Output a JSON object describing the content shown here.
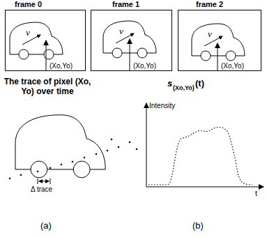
{
  "diagram": {
    "nodes": [
      {
        "text": [
          "frame 0",
          "v",
          "(Xo,Yo)"
        ]
      },
      {
        "text": [
          "frame 1",
          "v",
          "(Xo,Yo)"
        ]
      },
      {
        "text": [
          "frame 2",
          "v",
          "(Xo,Yo)"
        ]
      }
    ],
    "labels": [
      "The trace of pixel (Xo, Yo) over time",
      "Δ trace",
      "s",
      "(Xo,Yo)",
      "(t)",
      "Intensity",
      "t",
      "(a)",
      "(b)"
    ]
  }
}
